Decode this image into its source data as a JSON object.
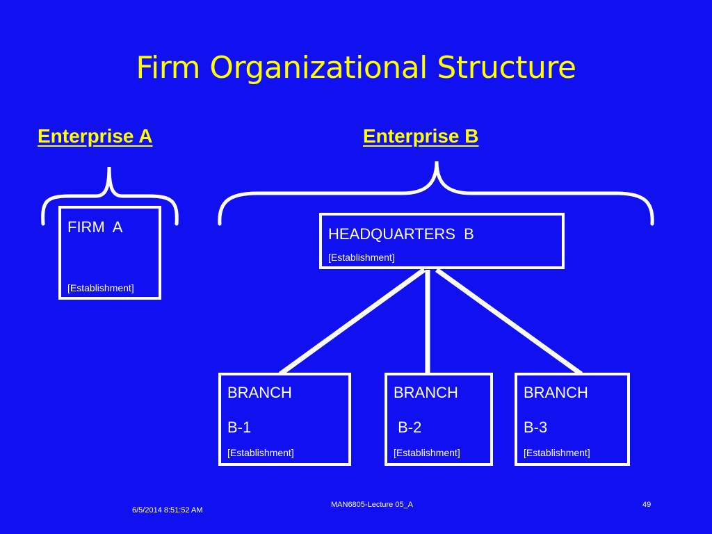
{
  "title": "Firm Organizational Structure",
  "enterprise_a": {
    "heading": "Enterprise A",
    "firm": {
      "name": "FIRM  A",
      "type": "[Establishment]"
    }
  },
  "enterprise_b": {
    "heading": "Enterprise B",
    "headquarters": {
      "name": "HEADQUARTERS  B",
      "type": "[Establishment]"
    },
    "branches": [
      {
        "line1": "BRANCH",
        "line2": "B-1",
        "type": "[Establishment]"
      },
      {
        "line1": "BRANCH",
        "line2": " B-2",
        "type": "[Establishment]"
      },
      {
        "line1": "BRANCH",
        "line2": "B-3",
        "type": "[Establishment]"
      }
    ]
  },
  "footer": {
    "date": "6/5/2014 8:51:52 AM",
    "lecture": "MAN6805-Lecture 05_A",
    "page": "49"
  },
  "colors": {
    "background": "#1010f0",
    "title": "#ffff00",
    "box_border": "#ffffff",
    "text": "#ffffff"
  }
}
